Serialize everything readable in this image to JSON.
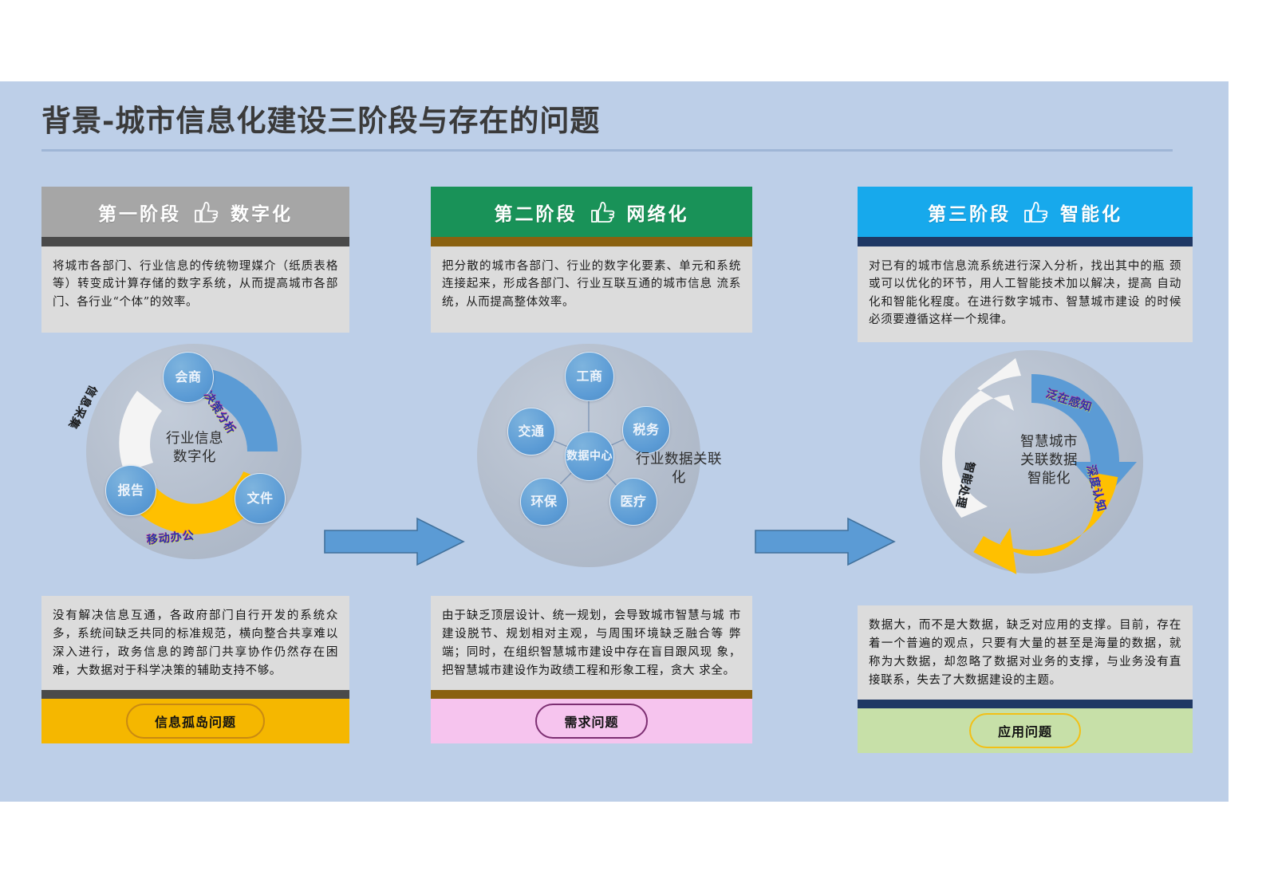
{
  "page": {
    "title": "背景-城市信息化建设三阶段与存在的问题",
    "background_color": "#bdcfe8"
  },
  "columns": [
    {
      "stage": {
        "label": "第一阶段",
        "kind": "数字化",
        "icon": "thumbs-up-icon",
        "header_color": "#a6a6a6",
        "underbar_color": "#4a4a4a",
        "description": "将城市各部门、行业信息的传统物理媒介（纸质表格等）转变成计算存储的数字系统，从而提高城市各部门、各行业“个体”的效率。"
      },
      "diagram": {
        "type": "ring-nodes",
        "center_caption": "行业信息\n数字化",
        "nodes": [
          "会商",
          "文件",
          "报告"
        ],
        "arcs": [
          {
            "label": "决策分析",
            "color": "#5b9bd5"
          },
          {
            "label": "移动办公",
            "color": "#ffc000"
          },
          {
            "label": "信息采集",
            "color": "#f2f2f2"
          }
        ]
      },
      "problem": {
        "description": "没有解决信息互通，各政府部门自行开发的系统众多，系统间缺乏共同的标准规范，横向整合共享难以深入进行，政务信息的跨部门共享协作仍然存在困难，大数据对于科学决策的辅助支持不够。",
        "pill_label": "信息孤岛问题",
        "divider_color": "#4a4a4a",
        "footer_color": "#f5b700",
        "pill_border_color": "#c98a12"
      }
    },
    {
      "stage": {
        "label": "第二阶段",
        "kind": "网络化",
        "icon": "thumbs-up-icon",
        "header_color": "#199258",
        "underbar_color": "#8a6110",
        "description": "把分散的城市各部门、行业的数字化要素、单元和系统连接起来，形成各部门、行业互联互通的城市信息 流系统，从而提高整体效率。"
      },
      "diagram": {
        "type": "hub-spoke",
        "center_node": "数据中心",
        "nodes": [
          "工商",
          "税务",
          "医疗",
          "环保",
          "交通"
        ],
        "side_caption": "行业数据关联\n化"
      },
      "problem": {
        "description": "由于缺乏顶层设计、统一规划，会导致城市智慧与城 市建设脱节、规划相对主观，与周围环境缺乏融合等 弊端；同时，在组织智慧城市建设中存在盲目跟风现 象，把智慧城市建设作为政绩工程和形象工程，贪大 求全。",
        "pill_label": "需求问题",
        "divider_color": "#8a6110",
        "footer_color": "#f6c4ee",
        "pill_border_color": "#7d2f72"
      }
    },
    {
      "stage": {
        "label": "第三阶段",
        "kind": "智能化",
        "icon": "thumbs-up-icon",
        "header_color": "#17a9ec",
        "underbar_color": "#1f3864",
        "description": "对已有的城市信息流系统进行深入分析，找出其中的瓶 颈或可以优化的环节，用人工智能技术加以解决，提高 自动化和智能化程度。在进行数字城市、智慧城市建设 的时候必须要遵循这样一个规律。"
      },
      "diagram": {
        "type": "cycle-arrows",
        "center_caption": "智慧城市\n关联数据\n智能化",
        "arcs": [
          {
            "label": "泛在感知",
            "color": "#5b9bd5"
          },
          {
            "label": "深度认知",
            "color": "#ffc000"
          },
          {
            "label": "智能处理",
            "color": "#f2f2f2"
          }
        ]
      },
      "problem": {
        "description": "数据大，而不是大数据，缺乏对应用的支撑。目前，存在着一个普遍的观点，只要有大量的甚至是海量的数据，就称为大数据，却忽略了数据对业务的支撑，与业务没有直接联系，失去了大数据建设的主题。",
        "pill_label": "应用问题",
        "divider_color": "#1f3864",
        "footer_color": "#c7e0a8",
        "pill_border_color": "#f2c016"
      }
    }
  ],
  "connectors": [
    {
      "name": "arrow-stage1-to-stage2",
      "color": "#5b9bd5"
    },
    {
      "name": "arrow-stage2-to-stage3",
      "color": "#5b9bd5"
    }
  ]
}
